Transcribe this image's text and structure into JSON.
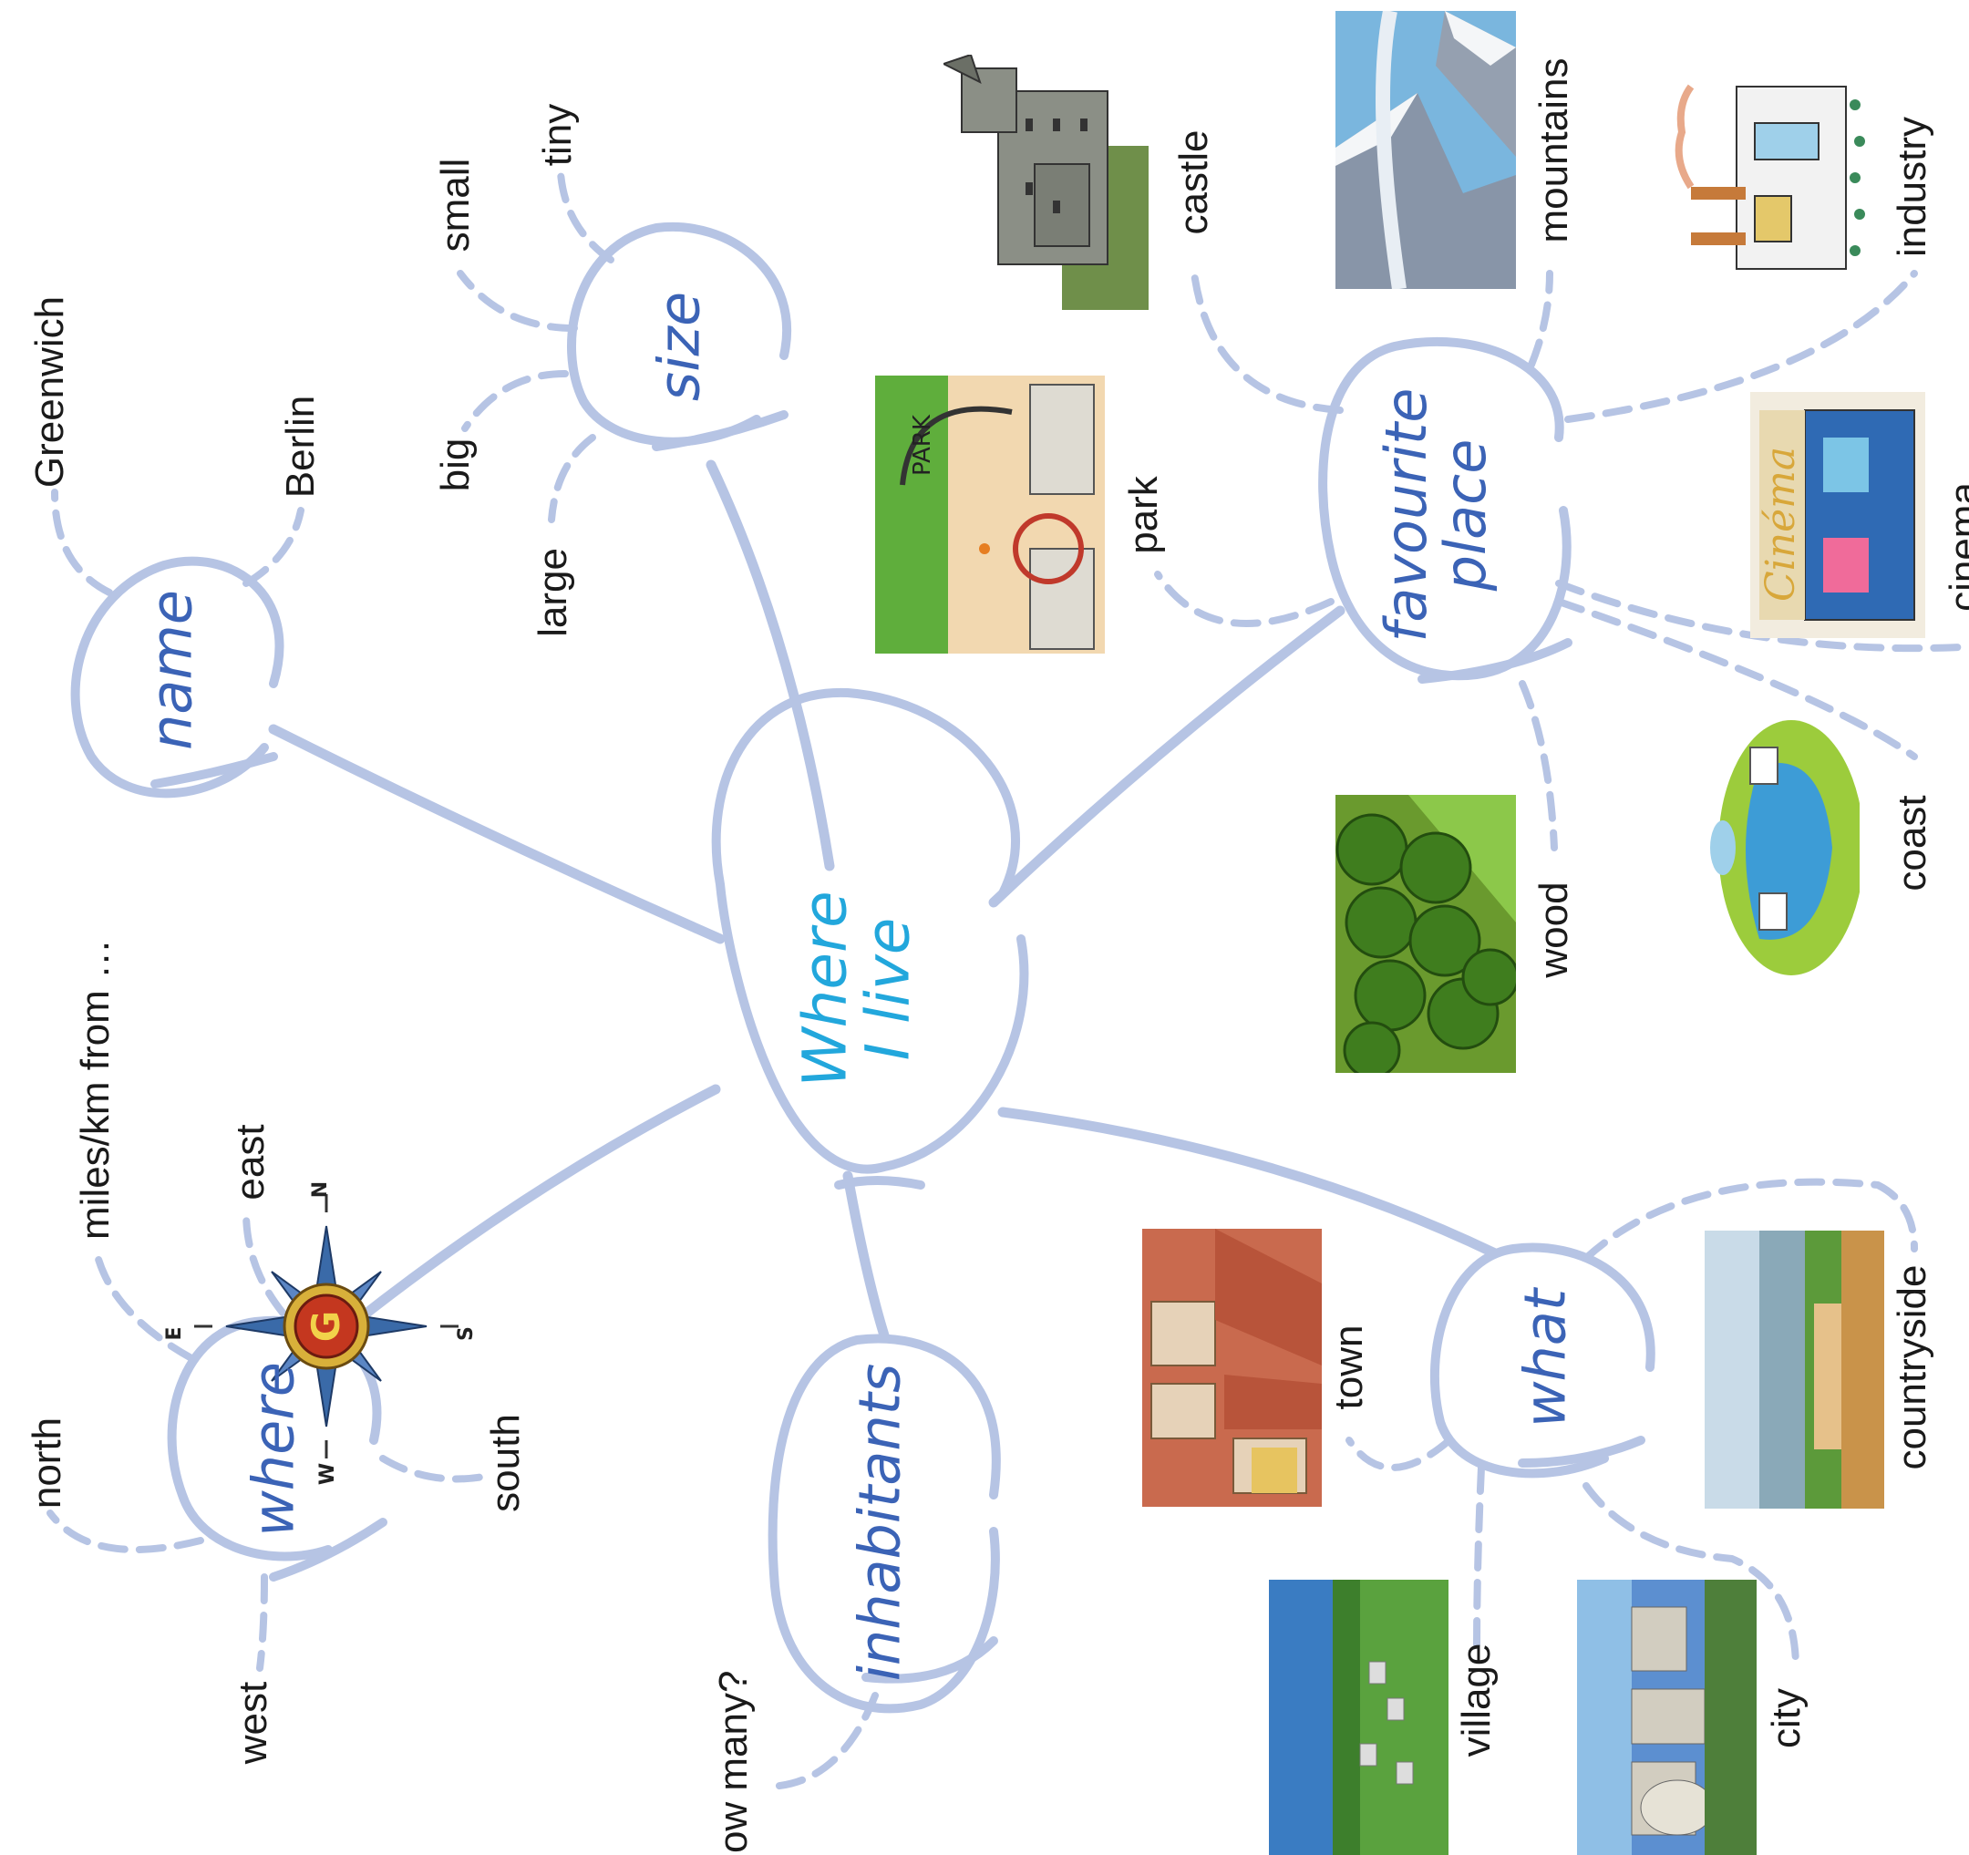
{
  "colors": {
    "line": "#b6c4e4",
    "hub_text": "#3b63b6",
    "center_text": "#22a7dc",
    "leaf_text": "#1a1a1a"
  },
  "center": {
    "line1": "Where",
    "line2": "I live"
  },
  "hubs": {
    "name": "name",
    "size": "size",
    "favourite_place_1": "favourite",
    "favourite_place_2": "place",
    "where": "where",
    "inhabitants": "inhabitants",
    "what": "what"
  },
  "leaves": {
    "greenwich": "Greenwich",
    "berlin": "Berlin",
    "tiny": "tiny",
    "small": "small",
    "big": "big",
    "large": "large",
    "castle": "castle",
    "mountains": "mountains",
    "industry": "industry",
    "park": "park",
    "cinema": "cinema",
    "coast": "coast",
    "wood": "wood",
    "miles_km": "miles/km from …",
    "east": "east",
    "north": "north",
    "south": "south",
    "west": "west",
    "how_many": "how many?",
    "town": "town",
    "countryside": "countryside",
    "village": "village",
    "city": "city"
  },
  "compass": {
    "letter": "G",
    "n": "N",
    "e": "E",
    "s": "S",
    "w": "W"
  },
  "pictures": {
    "park_sign": "PARK",
    "cinema_sign": "Cinéma"
  },
  "icons": [
    "compass-rose-icon",
    "castle-icon",
    "factory-icon",
    "cinema-icon",
    "island-icon"
  ]
}
